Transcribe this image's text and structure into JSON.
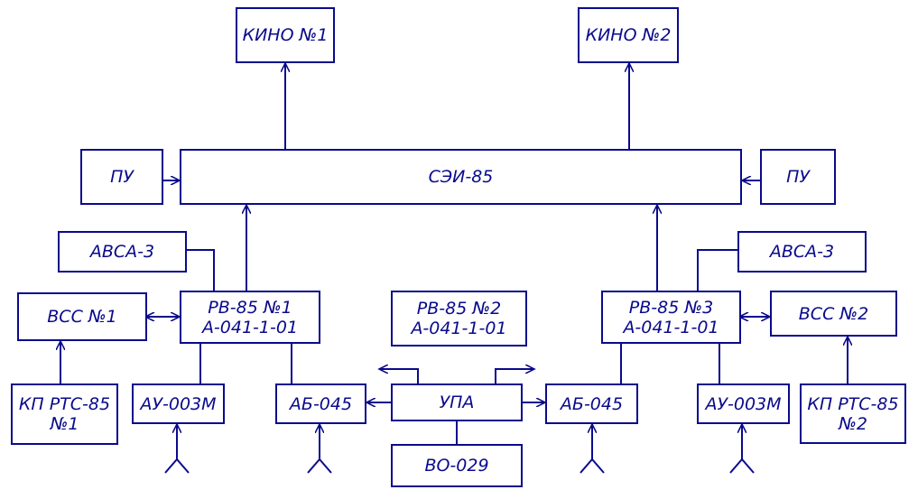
{
  "diagram": {
    "line_color": "#0a0a8c",
    "blocks": {
      "kino1": "КИНО №1",
      "kino2": "КИНО №2",
      "sei": "СЭИ-85",
      "pu_left": "ПУ",
      "pu_right": "ПУ",
      "avsa_left": "АВСА-3",
      "avsa_right": "АВСА-3",
      "vss1": "ВСС №1",
      "vss2": "ВСС №2",
      "rv1": [
        "РВ-85 №1",
        "А-041-1-01"
      ],
      "rv2": [
        "РВ-85 №2",
        "А-041-1-01"
      ],
      "rv3": [
        "РВ-85 №3",
        "А-041-1-01"
      ],
      "kp1": [
        "КП РТС-85",
        "№1"
      ],
      "kp2": [
        "КП РТС-85",
        "№2"
      ],
      "au_left": "АУ-003М",
      "au_right": "АУ-003М",
      "ab_left": "АБ-045",
      "ab_right": "АБ-045",
      "upa": "УПА",
      "vo": "ВО-029"
    }
  }
}
